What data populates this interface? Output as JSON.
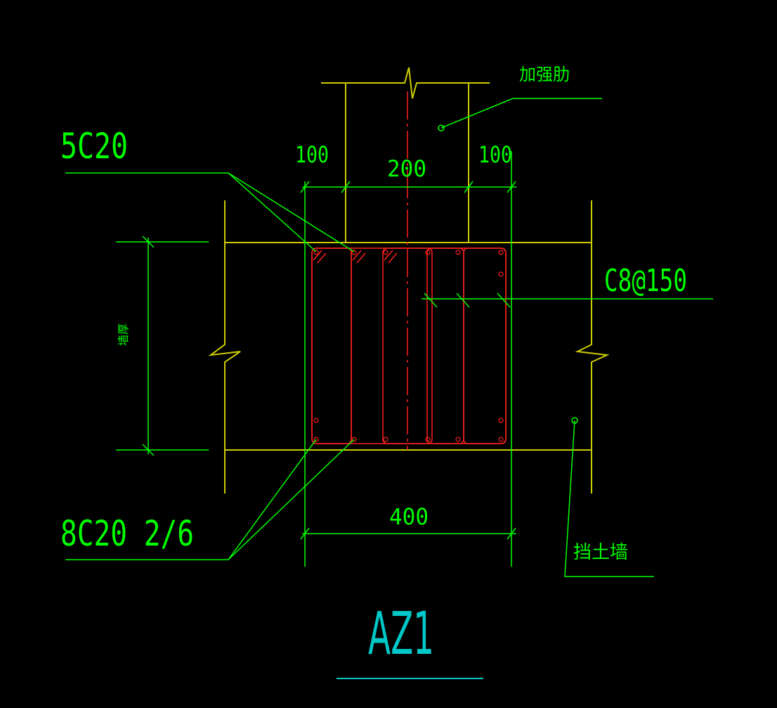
{
  "colors": {
    "background": "#000000",
    "wall": "#cccc00",
    "dim": "#00ff00",
    "rebar": "#ff2020",
    "center": "#ff2020",
    "title": "#00c8c8"
  },
  "labels": {
    "rib": "加强肋",
    "top_bars": "5C20",
    "stirrups": "C8@150",
    "bottom_bars": "8C20 2/6",
    "wall_thickness": "墙厚",
    "retaining_wall": "挡土墙",
    "title": "AZ1"
  },
  "dimensions": {
    "left_offset": "100",
    "rib_width": "200",
    "right_offset": "100",
    "total_width": "400"
  }
}
